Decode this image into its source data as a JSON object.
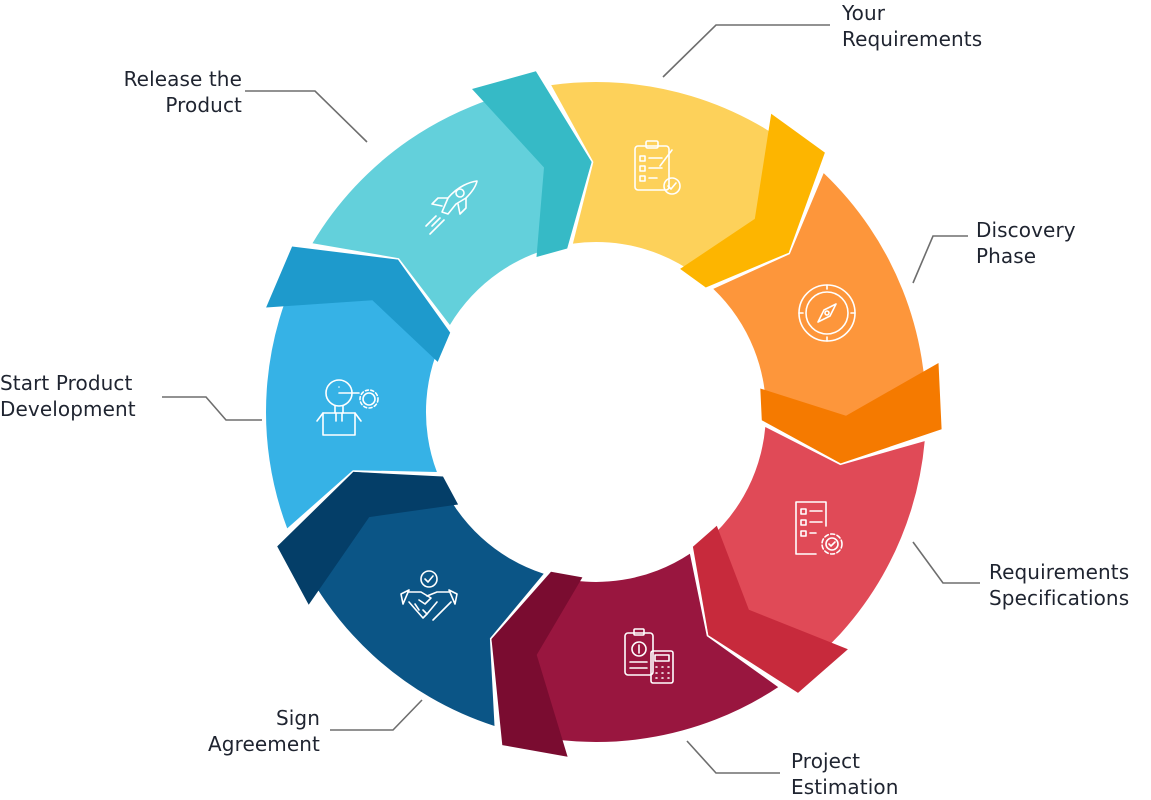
{
  "diagram": {
    "steps": [
      {
        "id": "your-requirements",
        "line1": "Your",
        "line2": "Requirements",
        "icon": "clipboard-checklist-icon",
        "color": "#FDD15A",
        "accent": "#FDB500"
      },
      {
        "id": "discovery-phase",
        "line1": "Discovery",
        "line2": "Phase",
        "icon": "compass-icon",
        "color": "#FD963B",
        "accent": "#F57A00"
      },
      {
        "id": "requirements-specifications",
        "line1": "Requirements",
        "line2": "Specifications",
        "icon": "document-gear-icon",
        "color": "#E04A57",
        "accent": "#C72A3C"
      },
      {
        "id": "project-estimation",
        "line1": "Project",
        "line2": "Estimation",
        "icon": "invoice-calculator-icon",
        "color": "#99163F",
        "accent": "#7A0C30"
      },
      {
        "id": "sign-agreement",
        "line1": "Sign",
        "line2": "Agreement",
        "icon": "handshake-icon",
        "color": "#0B5586",
        "accent": "#043E68"
      },
      {
        "id": "start-product-development",
        "line1": "Start Product",
        "line2": "Development",
        "icon": "lightbulb-box-gear-icon",
        "color": "#36B2E6",
        "accent": "#1E9ACC"
      },
      {
        "id": "release-the-product",
        "line1": "Release the",
        "line2": "Product",
        "icon": "rocket-icon",
        "color": "#63D0DB",
        "accent": "#36BAC6"
      }
    ]
  }
}
